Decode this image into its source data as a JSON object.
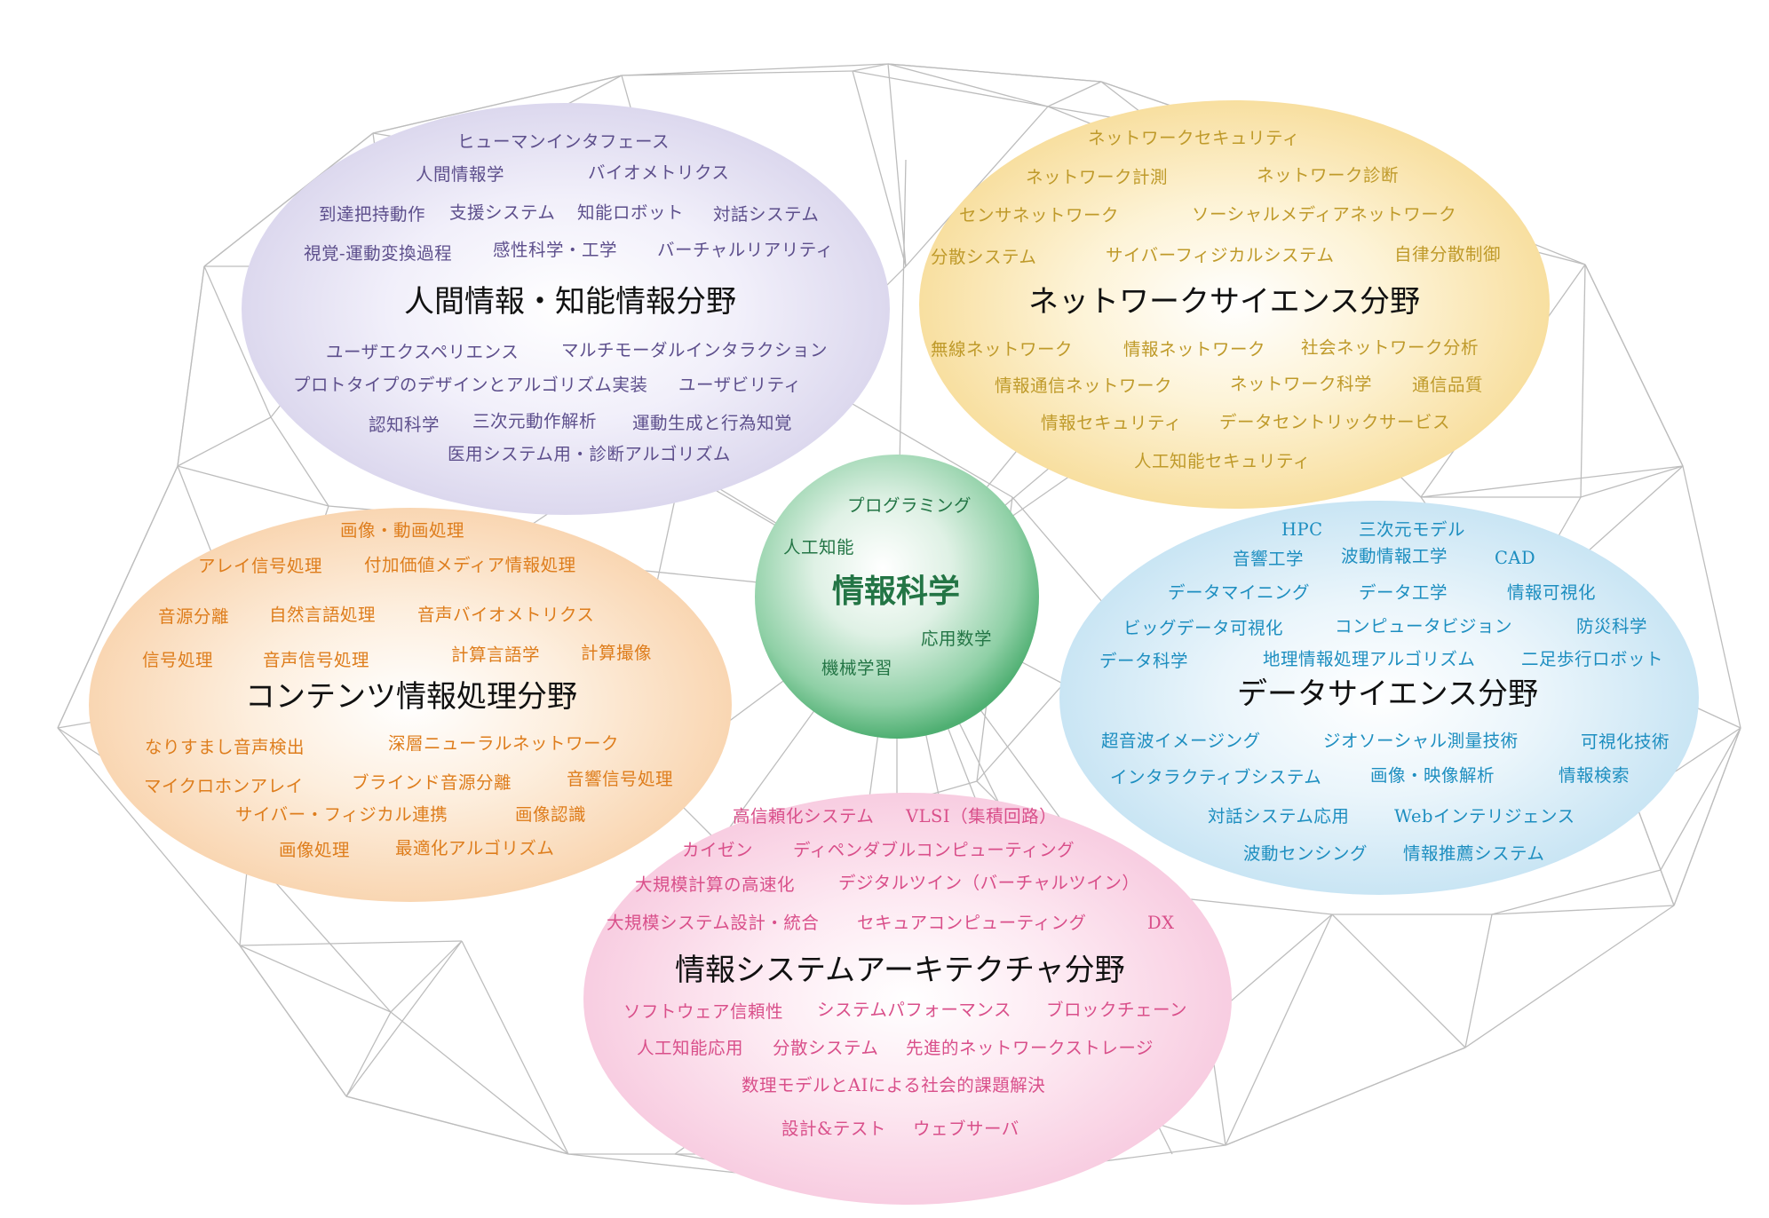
{
  "colors": {
    "purple": "#5d4f8c",
    "gold": "#bf9a2a",
    "orange": "#de7d1c",
    "blue": "#1d8ec0",
    "pink": "#d94f8a",
    "green": "#237545",
    "lines": "#bdbdbd"
  },
  "center": {
    "title": "情報科学",
    "items": [
      "プログラミング",
      "人工知能",
      "応用数学",
      "機械学習"
    ]
  },
  "fields": {
    "human": {
      "title": "人間情報・知能情報分野",
      "k": [
        "ヒューマンインタフェース",
        "人間情報学",
        "バイオメトリクス",
        "到達把持動作",
        "支援システム",
        "知能ロボット",
        "対話システム",
        "視覚-運動変換過程",
        "感性科学・工学",
        "バーチャルリアリティ",
        "ユーザエクスペリエンス",
        "マルチモーダルインタラクション",
        "プロトタイプのデザインとアルゴリズム実装",
        "ユーザビリティ",
        "認知科学",
        "三次元動作解析",
        "運動生成と行為知覚",
        "医用システム用・診断アルゴリズム"
      ]
    },
    "network": {
      "title": "ネットワークサイエンス分野",
      "k": [
        "ネットワークセキュリティ",
        "ネットワーク計測",
        "ネットワーク診断",
        "センサネットワーク",
        "ソーシャルメディアネットワーク",
        "分散システム",
        "サイバーフィジカルシステム",
        "自律分散制御",
        "無線ネットワーク",
        "情報ネットワーク",
        "社会ネットワーク分析",
        "情報通信ネットワーク",
        "ネットワーク科学",
        "通信品質",
        "情報セキュリティ",
        "データセントリックサービス",
        "人工知能セキュリティ"
      ]
    },
    "contents": {
      "title": "コンテンツ情報処理分野",
      "k": [
        "画像・動画処理",
        "アレイ信号処理",
        "付加価値メディア情報処理",
        "音源分離",
        "自然言語処理",
        "音声バイオメトリクス",
        "信号処理",
        "音声信号処理",
        "計算言語学",
        "計算撮像",
        "なりすまし音声検出",
        "深層ニューラルネットワーク",
        "マイクロホンアレイ",
        "ブラインド音源分離",
        "音響信号処理",
        "サイバー・フィジカル連携",
        "画像認識",
        "画像処理",
        "最適化アルゴリズム"
      ]
    },
    "data": {
      "title": "データサイエンス分野",
      "k": [
        "HPC",
        "三次元モデル",
        "音響工学",
        "波動情報工学",
        "CAD",
        "データマイニング",
        "データ工学",
        "情報可視化",
        "ビッグデータ可視化",
        "コンピュータビジョン",
        "防災科学",
        "データ科学",
        "地理情報処理アルゴリズム",
        "二足歩行ロボット",
        "超音波イメージング",
        "ジオソーシャル測量技術",
        "可視化技術",
        "インタラクティブシステム",
        "画像・映像解析",
        "情報検索",
        "対話システム応用",
        "Webインテリジェンス",
        "波動センシング",
        "情報推薦システム"
      ]
    },
    "system": {
      "title": "情報システムアーキテクチャ分野",
      "k": [
        "高信頼化システム",
        "VLSI（集積回路）",
        "カイゼン",
        "ディペンダブルコンピューティング",
        "大規模計算の高速化",
        "デジタルツイン（バーチャルツイン）",
        "大規模システム設計・統合",
        "セキュアコンピューティング",
        "DX",
        "ソフトウェア信頼性",
        "システムパフォーマンス",
        "ブロックチェーン",
        "人工知能応用",
        "分散システム",
        "先進的ネットワークストレージ",
        "数理モデルとAIによる社会的課題解決",
        "設計&テスト",
        "ウェブサーバ"
      ]
    }
  }
}
